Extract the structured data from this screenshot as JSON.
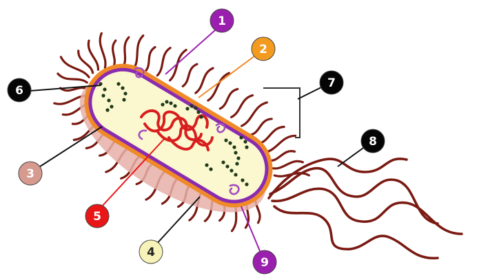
{
  "diagram": {
    "labels": [
      {
        "id": "label-1",
        "text": "1",
        "color": "#9b1fae",
        "text_color": "#ffffff"
      },
      {
        "id": "label-2",
        "text": "2",
        "color": "#f39b1f",
        "text_color": "#ffffff"
      },
      {
        "id": "label-3",
        "text": "3",
        "color": "#d79a8e",
        "text_color": "#ffffff"
      },
      {
        "id": "label-4",
        "text": "4",
        "color": "#f7f3b8",
        "text_color": "#222222"
      },
      {
        "id": "label-5",
        "text": "5",
        "color": "#e81616",
        "text_color": "#ffffff"
      },
      {
        "id": "label-6",
        "text": "6",
        "color": "#050505",
        "text_color": "#ffffff"
      },
      {
        "id": "label-7",
        "text": "7",
        "color": "#050505",
        "text_color": "#ffffff"
      },
      {
        "id": "label-8",
        "text": "8",
        "color": "#050505",
        "text_color": "#ffffff"
      },
      {
        "id": "label-9",
        "text": "9",
        "color": "#9b1fae",
        "text_color": "#ffffff"
      }
    ],
    "colors": {
      "pili": "#7a1a12",
      "flagellum": "#7a1a12",
      "capsule": "#e6b0a8",
      "cell_wall": "#f08a28",
      "membrane": "#8a2bb0",
      "cytoplasm": "#fbf8cf",
      "nucleoid": "#d81e1e",
      "ribosomes": "#1f3a1a",
      "mesosome": "#a64bbf"
    }
  }
}
